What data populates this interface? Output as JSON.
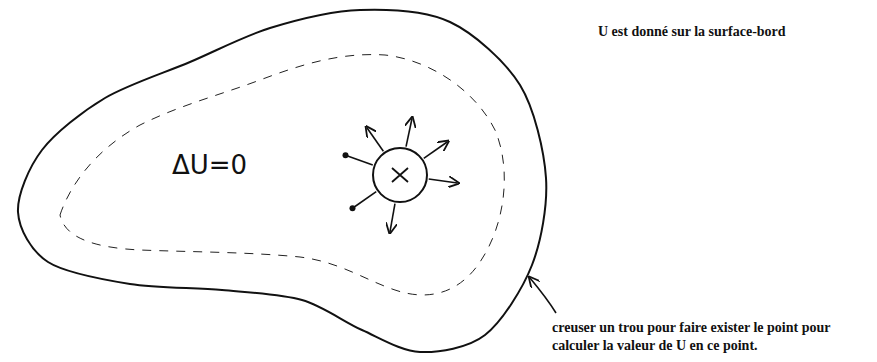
{
  "diagram": {
    "nodes": [
      {
        "text": [
          "ΔU=0"
        ]
      }
    ],
    "labels": [
      "U est donné sur la surface-bord",
      "creuser un trou pour faire exister le point pour calculer la valeur de U en ce point."
    ]
  }
}
